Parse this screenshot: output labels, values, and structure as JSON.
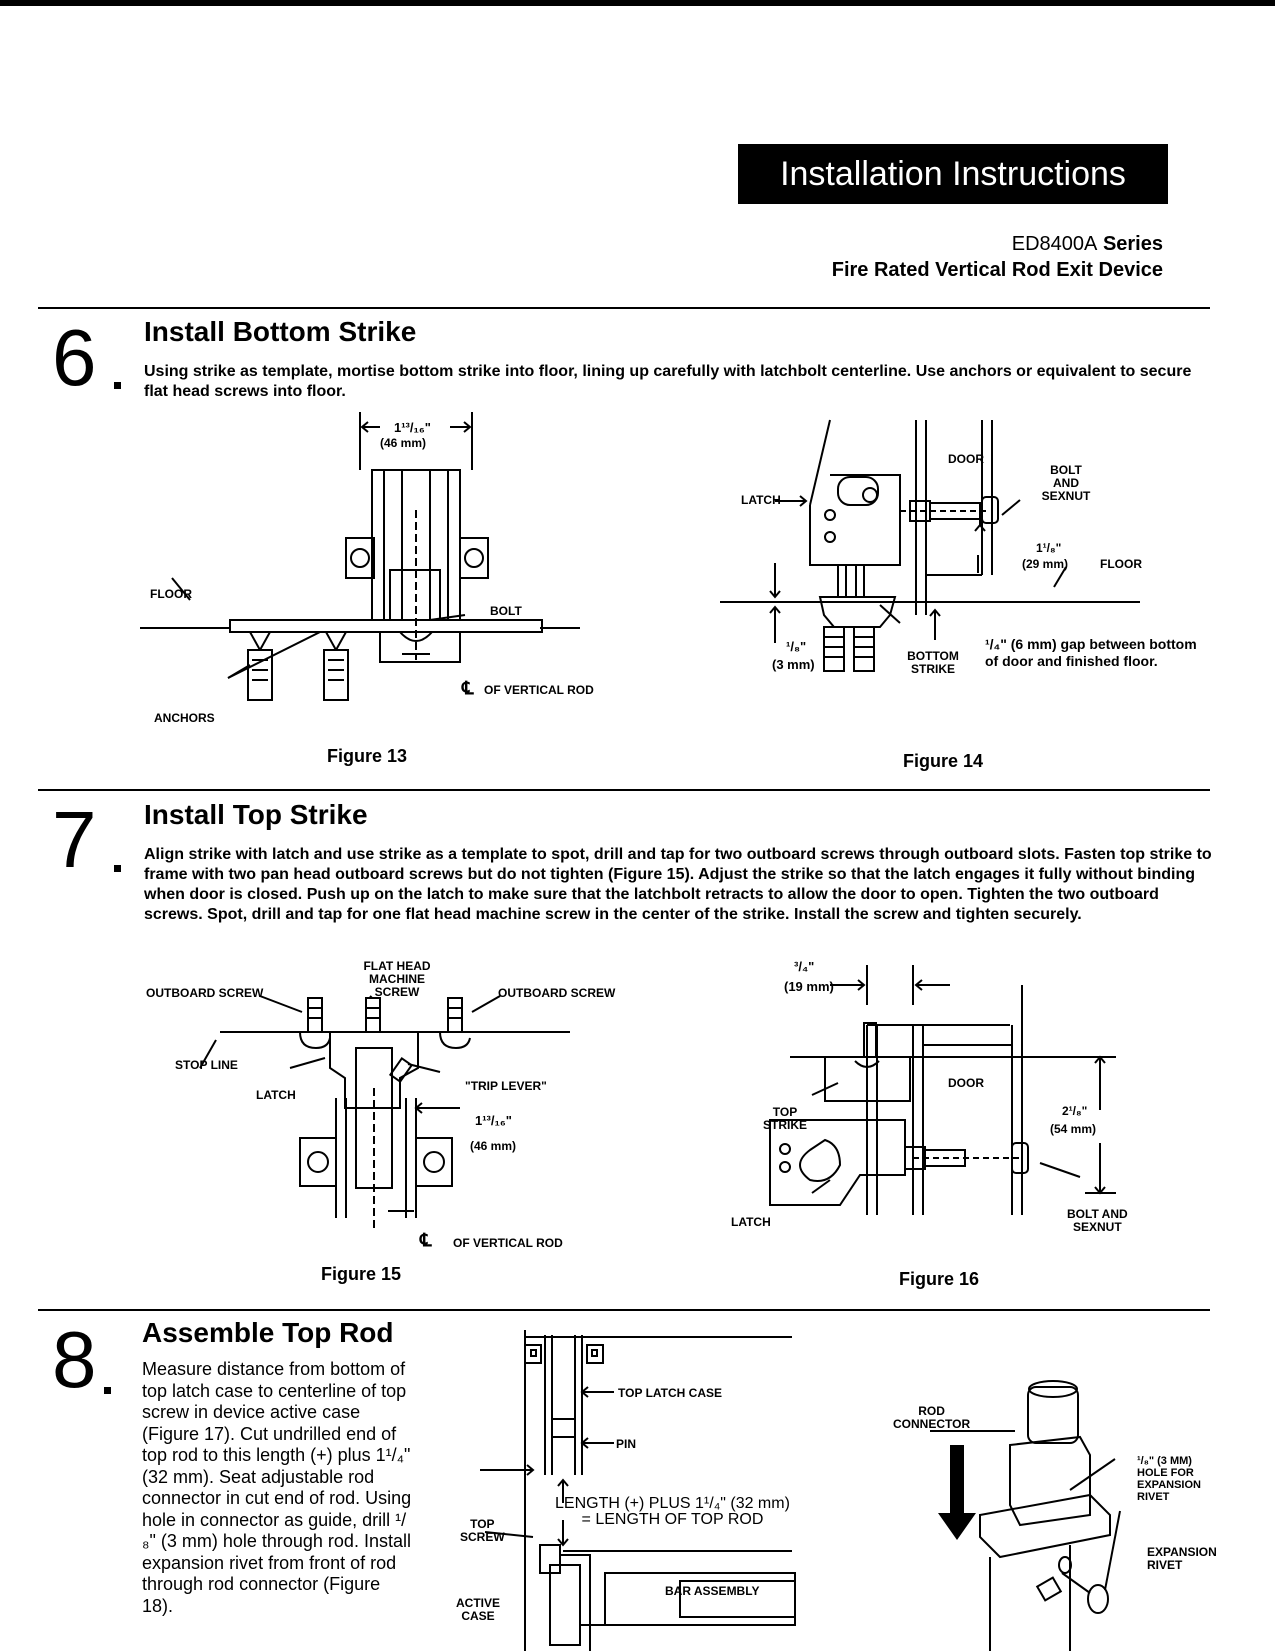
{
  "header": {
    "banner": "Installation Instructions",
    "model": "ED8400A",
    "series_word": "Series",
    "subtitle": "Fire Rated Vertical Rod Exit Device"
  },
  "step6": {
    "number": "6",
    "title": "Install Bottom Strike",
    "body": "Using strike as template, mortise bottom strike into floor, lining up carefully with latchbolt centerline. Use anchors or equivalent to secure flat head screws into floor."
  },
  "fig13": {
    "caption": "Figure 13",
    "dim": "1¹³/₁₆\"",
    "dim_mm": "(46 mm)",
    "floor": "FLOOR",
    "bolt": "BOLT",
    "anchors": "ANCHORS",
    "cl": "OF VERTICAL ROD"
  },
  "fig14": {
    "caption": "Figure 14",
    "door": "DOOR",
    "latch": "LATCH",
    "bolt_sexnut": "BOLT AND SEXNUT",
    "dim1": "1¹/₈\"",
    "dim1_mm": "(29 mm)",
    "floor": "FLOOR",
    "dim2": "¹/₈\"",
    "dim2_mm": "(3 mm)",
    "bottom_strike": "BOTTOM STRIKE",
    "gap_note_1": "¹/₄\" (6 mm) gap between bottom",
    "gap_note_2": "of door and finished floor."
  },
  "step7": {
    "number": "7",
    "title": "Install Top Strike",
    "body": "Align strike with latch and use strike as a template to spot, drill and tap for two outboard screws through outboard slots. Fasten top strike to frame with two pan head outboard screws but do not tighten (Figure 15). Adjust the strike so that the latch engages it fully without binding when door is closed. Push up on the latch to make sure that the latchbolt retracts to allow the door to open. Tighten the two outboard screws. Spot, drill and tap for one flat head machine screw in the center of the strike. Install the screw and tighten securely."
  },
  "fig15": {
    "caption": "Figure 15",
    "flat_head_1": "FLAT HEAD",
    "flat_head_2": "MACHINE SCREW",
    "outboard_left": "OUTBOARD SCREW",
    "outboard_right": "OUTBOARD SCREW",
    "stop_line": "STOP LINE",
    "latch": "LATCH",
    "trip_lever": "\"TRIP LEVER\"",
    "dim": "1¹³/₁₆\"",
    "dim_mm": "(46 mm)",
    "cl": "OF VERTICAL ROD"
  },
  "fig16": {
    "caption": "Figure 16",
    "dim1": "³/₄\"",
    "dim1_mm": "(19 mm)",
    "door": "DOOR",
    "top_strike": "TOP STRIKE",
    "dim2": "2¹/₈\"",
    "dim2_mm": "(54 mm)",
    "latch": "LATCH",
    "bolt_sexnut_1": "BOLT AND",
    "bolt_sexnut_2": "SEXNUT"
  },
  "step8": {
    "number": "8",
    "title": "Assemble Top Rod",
    "body": "Measure distance from bottom of top latch case to centerline of top screw in device active case (Figure 17). Cut undrilled end of top rod to this length (+) plus 1¹/₄\" (32 mm). Seat adjustable rod connector in cut end of rod. Using hole in connector as guide, drill ¹/₈\" (3 mm) hole through rod. Install expansion rivet from front of rod through rod connector (Figure 18)."
  },
  "fig17": {
    "top_latch_case": "TOP LATCH CASE",
    "pin": "PIN",
    "length_1": "LENGTH (+) PLUS 1¹/₄\" (32 mm)",
    "length_2": "= LENGTH OF TOP ROD",
    "top_screw_1": "TOP",
    "top_screw_2": "SCREW",
    "active_case_1": "ACTIVE",
    "active_case_2": "CASE",
    "bar_assembly": "BAR ASSEMBLY"
  },
  "fig18": {
    "rod_connector_1": "ROD",
    "rod_connector_2": "CONNECTOR",
    "hole_1": "¹/₈\" (3 MM)",
    "hole_2": "HOLE FOR",
    "hole_3": "EXPANSION",
    "hole_4": "RIVET",
    "exp_rivet_1": "EXPANSION",
    "exp_rivet_2": "RIVET"
  }
}
